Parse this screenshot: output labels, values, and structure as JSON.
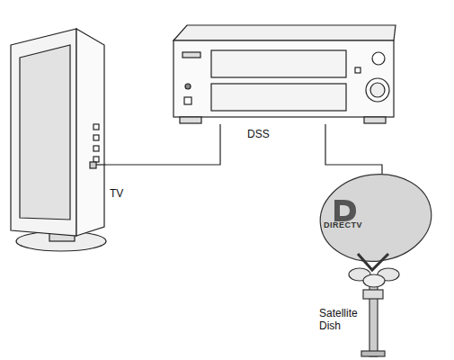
{
  "diagram": {
    "nodes": [
      {
        "text": [
          "TV"
        ]
      },
      {
        "text": [
          "DSS"
        ]
      },
      {
        "text": [
          "DIRECTV",
          "Satellite Dish"
        ]
      }
    ],
    "edges": [
      {
        "from": 0,
        "to": 1,
        "arrow": "none"
      },
      {
        "from": 1,
        "to": 2,
        "arrow": "none"
      }
    ]
  }
}
